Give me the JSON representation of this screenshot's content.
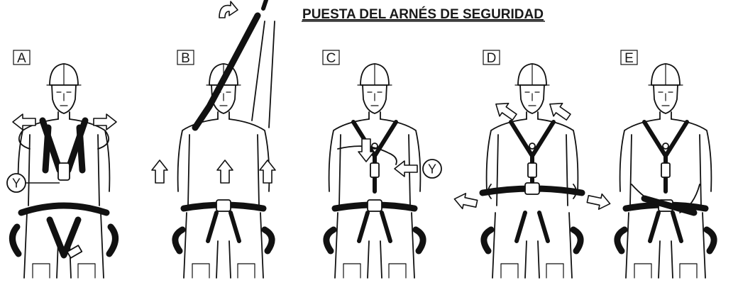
{
  "title": "PUESTA DEL ARNÉS DE SEGURIDAD",
  "steps": [
    {
      "letter": "A",
      "callout": "Y"
    },
    {
      "letter": "B",
      "callout": ""
    },
    {
      "letter": "C",
      "callout": "Y"
    },
    {
      "letter": "D",
      "callout": ""
    },
    {
      "letter": "E",
      "callout": ""
    }
  ]
}
